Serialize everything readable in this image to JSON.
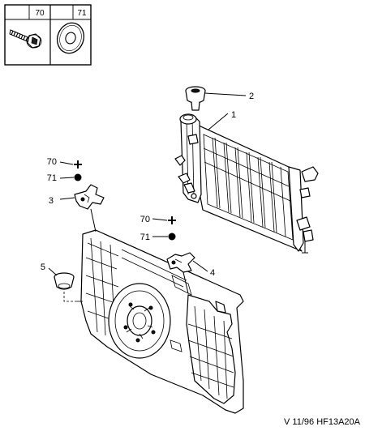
{
  "legend": {
    "cells": [
      {
        "number": "70",
        "icon": "screw-icon"
      },
      {
        "number": "71",
        "icon": "washer-icon"
      }
    ]
  },
  "callouts": {
    "c1": "1",
    "c2": "2",
    "c3": "3",
    "c4": "4",
    "c5": "5",
    "c70a": "70",
    "c71a": "71",
    "c70b": "70",
    "c71b": "71"
  },
  "footer": {
    "reference": "V 11/96 HF13A20A"
  }
}
